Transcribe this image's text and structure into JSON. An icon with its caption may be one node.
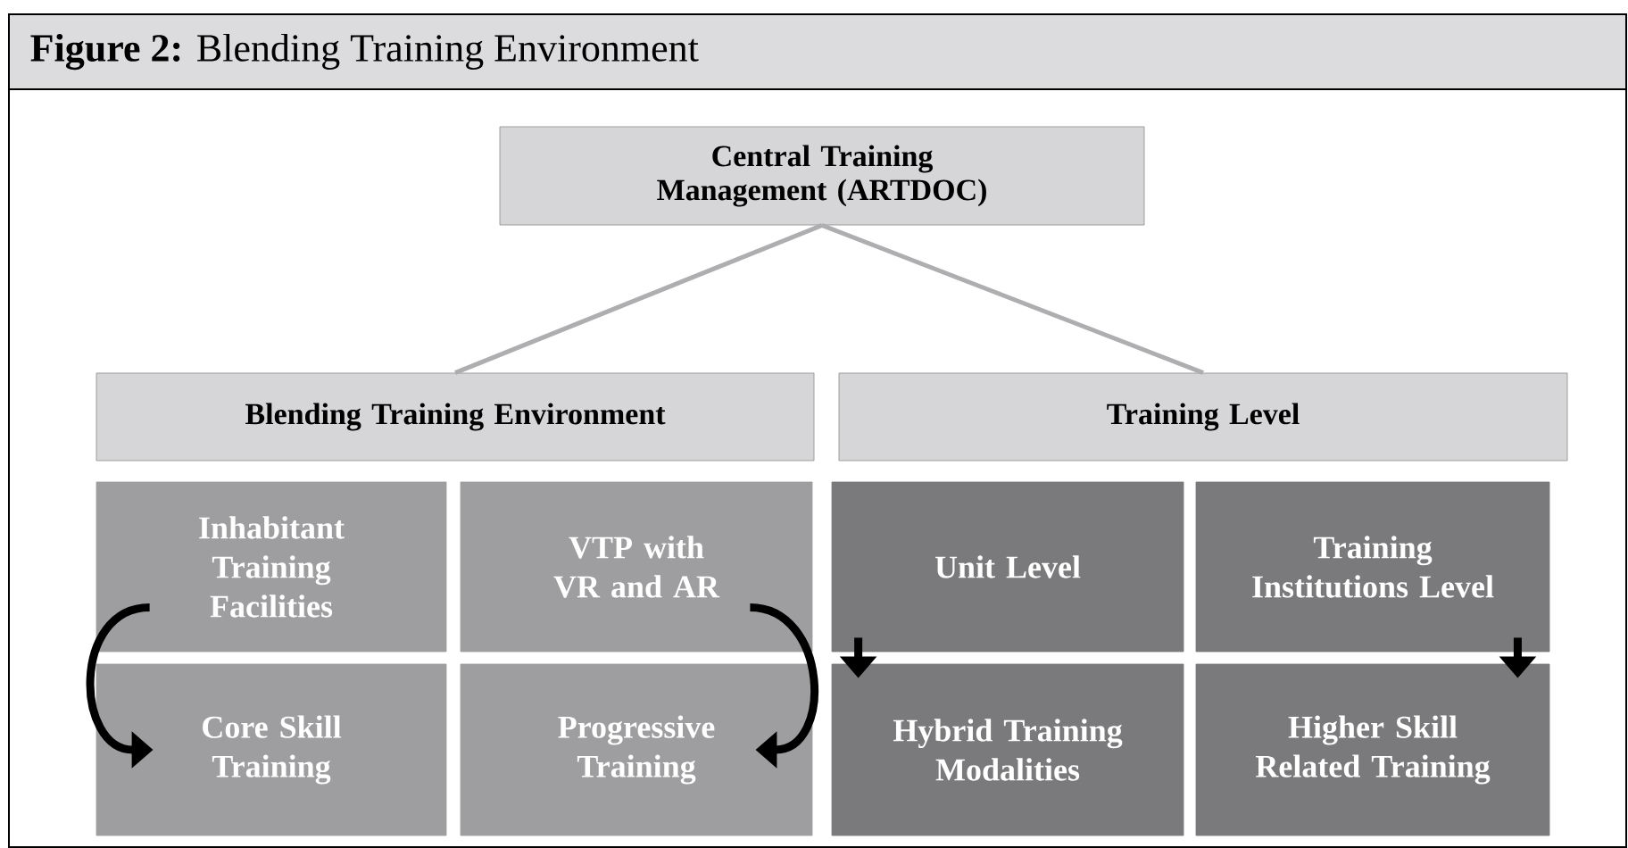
{
  "diagram": {
    "title": "**Figure 2:** Blending Training Environment",
    "nodes": [
      {
        "text": [
          "Central Training Management (ARTDOC)"
        ]
      },
      {
        "text": [
          "Blending Training Environment"
        ]
      },
      {
        "text": [
          "Training Level"
        ]
      },
      {
        "text": [
          "Inhabitant Training Facilities"
        ]
      },
      {
        "text": [
          "VTP with VR and AR"
        ]
      },
      {
        "text": [
          "Unit Level"
        ]
      },
      {
        "text": [
          "Training Institutions Level"
        ]
      },
      {
        "text": [
          "Core Skill Training"
        ]
      },
      {
        "text": [
          "Progressive Training"
        ]
      },
      {
        "text": [
          "Hybrid Training Modalities"
        ]
      },
      {
        "text": [
          "Higher Skill Related Training"
        ]
      }
    ],
    "edges": [
      {
        "from": 0,
        "to": 1,
        "arrow": "none",
        "color": "#aeaeb0"
      },
      {
        "from": 0,
        "to": 2,
        "arrow": "none",
        "color": "#aeaeb0"
      },
      {
        "from": 3,
        "to": 7,
        "arrow": "to"
      },
      {
        "from": 4,
        "to": 8,
        "arrow": "to"
      },
      {
        "from": 5,
        "to": 9,
        "arrow": "to"
      },
      {
        "from": 6,
        "to": 10,
        "arrow": "to"
      }
    ]
  }
}
